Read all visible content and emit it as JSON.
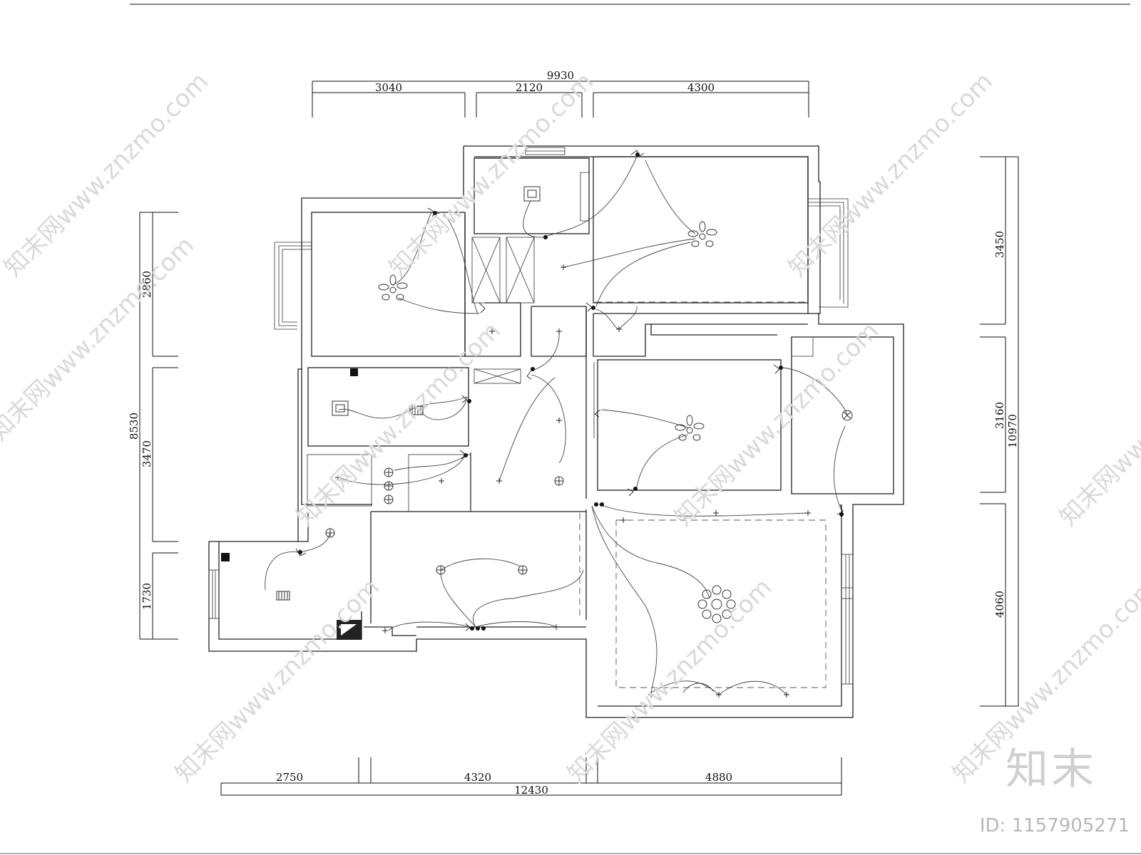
{
  "dimensions": {
    "top": {
      "total": "9930",
      "parts": [
        "3040",
        "2120",
        "4300"
      ]
    },
    "bottom": {
      "total": "12430",
      "parts": [
        "2750",
        "4320",
        "4880"
      ]
    },
    "left": {
      "total": "8530",
      "parts": [
        "2860",
        "3470",
        "1730"
      ]
    },
    "right": {
      "total": "10970",
      "parts": [
        "3450",
        "3160",
        "4060"
      ]
    }
  },
  "watermark": {
    "text": "知末网www.znzmo.com",
    "brand": "知末",
    "id_label": "ID: 1157905271"
  }
}
